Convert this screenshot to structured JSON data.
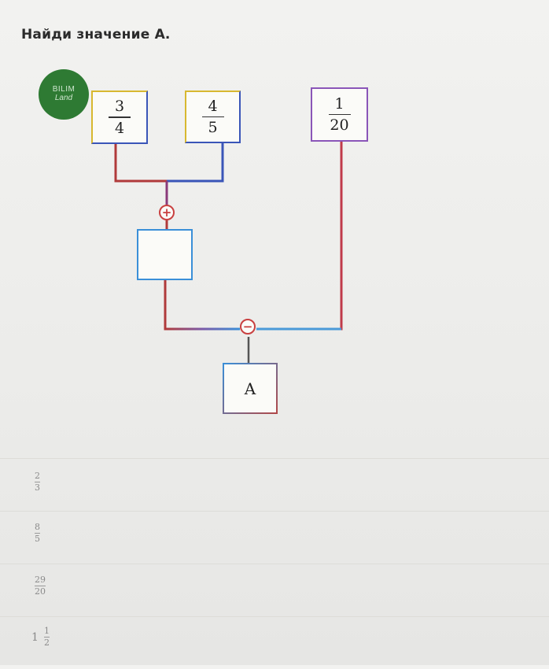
{
  "question": "Найди значение А.",
  "logo": {
    "line1": "BILIM",
    "line2": "Land"
  },
  "diagram": {
    "box1": {
      "numerator": "3",
      "denominator": "4"
    },
    "box2": {
      "numerator": "4",
      "denominator": "5"
    },
    "box3": {
      "numerator": "1",
      "denominator": "20"
    },
    "plus_operator": "+",
    "minus_operator": "−",
    "result_label": "A"
  },
  "options": [
    {
      "type": "fraction",
      "numerator": "2",
      "denominator": "3"
    },
    {
      "type": "fraction",
      "numerator": "8",
      "denominator": "5"
    },
    {
      "type": "fraction",
      "numerator": "29",
      "denominator": "20"
    },
    {
      "type": "mixed",
      "whole": "1",
      "numerator": "1",
      "denominator": "2"
    }
  ]
}
